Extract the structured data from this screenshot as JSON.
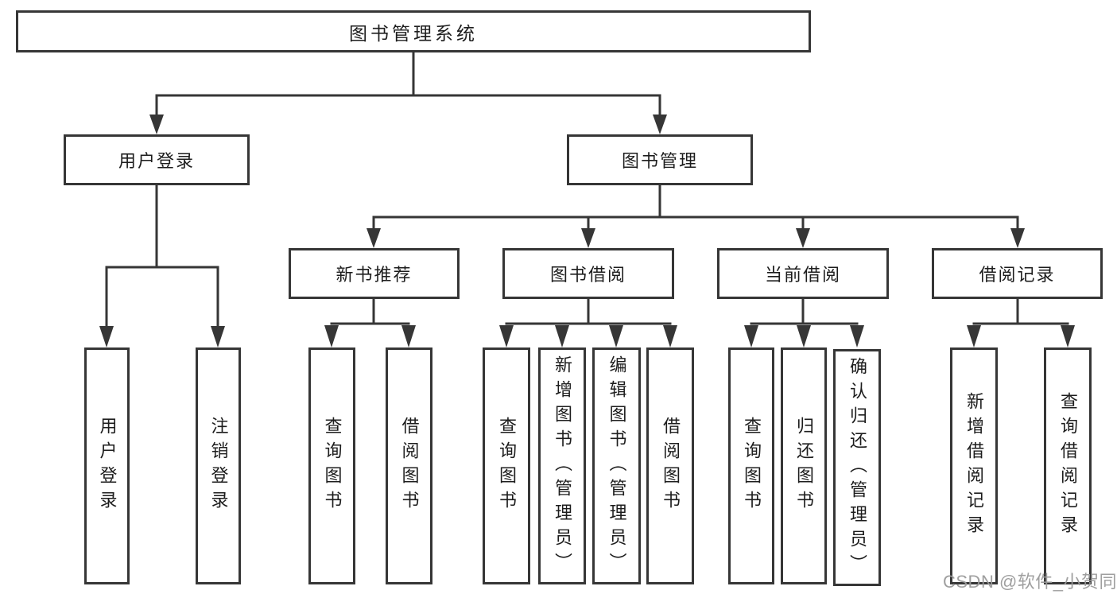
{
  "tree": {
    "root": {
      "label": "图书管理系统",
      "children": [
        {
          "label": "用户登录",
          "children": [
            {
              "label": "用户登录"
            },
            {
              "label": "注销登录"
            }
          ]
        },
        {
          "label": "图书管理",
          "children": [
            {
              "label": "新书推荐",
              "children": [
                {
                  "label": "查询图书"
                },
                {
                  "label": "借阅图书"
                }
              ]
            },
            {
              "label": "图书借阅",
              "children": [
                {
                  "label": "查询图书"
                },
                {
                  "label": "新增图书（管理员）"
                },
                {
                  "label": "编辑图书（管理员）"
                },
                {
                  "label": "借阅图书"
                }
              ]
            },
            {
              "label": "当前借阅",
              "children": [
                {
                  "label": "查询图书"
                },
                {
                  "label": "归还图书"
                },
                {
                  "label": "确认归还（管理员）"
                }
              ]
            },
            {
              "label": "借阅记录",
              "children": [
                {
                  "label": "新增借阅记录"
                },
                {
                  "label": "查询借阅记录"
                }
              ]
            }
          ]
        }
      ]
    }
  },
  "watermark": {
    "text": "CSDN @软件_小贺同学"
  },
  "colors": {
    "line": "#363636",
    "text": "#1d1d1d",
    "watermark": "#9a9a9a",
    "background": "#ffffff"
  }
}
